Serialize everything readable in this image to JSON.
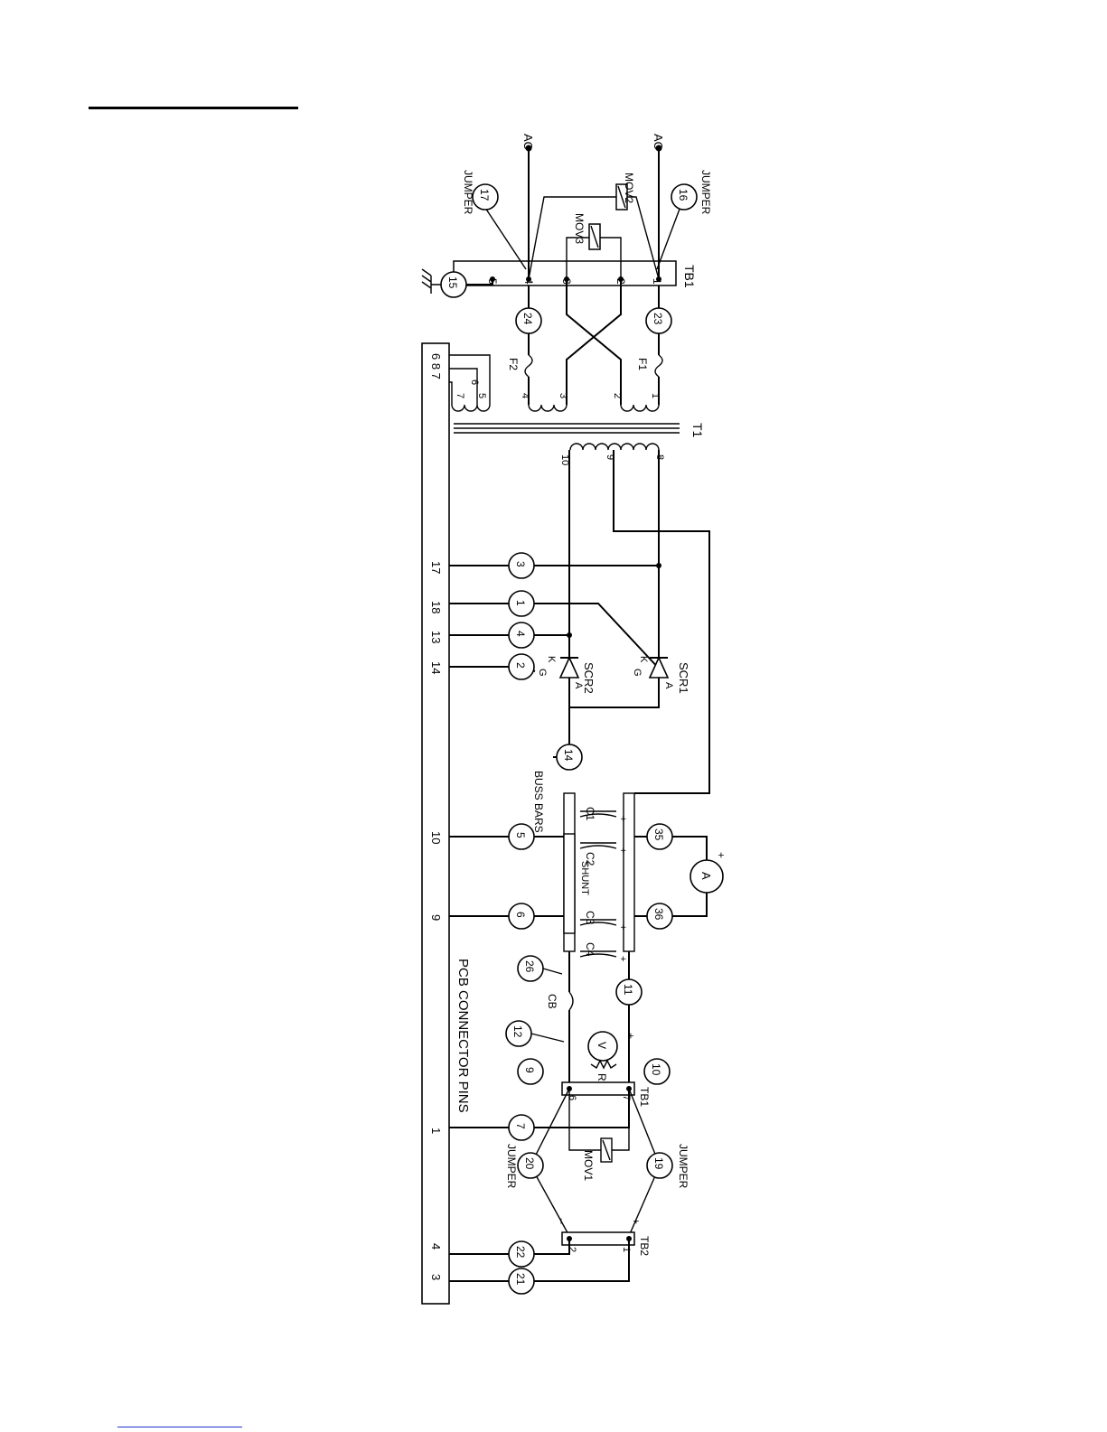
{
  "nodes": [
    "17",
    "3",
    "1",
    "4",
    "2",
    "14",
    "5",
    "35",
    "6",
    "36",
    "26",
    "11",
    "12",
    "9",
    "10",
    "7",
    "20",
    "19",
    "22",
    "21",
    "15",
    "24",
    "23",
    "16"
  ],
  "pcb_pins": [
    "6 8 7",
    "17",
    "18",
    "13",
    "14",
    "10",
    "9",
    "1",
    "4",
    "3"
  ],
  "labels": {
    "pcb_title": "PCB CONNECTOR PINS",
    "t1": "T1",
    "f1": "F1",
    "f2": "F2",
    "tb1": "TB1",
    "tb1b": "TB1",
    "tb2": "TB2",
    "ac_a": "AC",
    "ac_b": "AC",
    "jumper": "JUMPER",
    "mov1": "MOV1",
    "mov2": "MOV2",
    "mov3": "MOV3",
    "scr1": "SCR1",
    "scr2": "SCR2",
    "g": "G",
    "k": "K",
    "a": "A",
    "buss_bars": "BUSS BARS",
    "shunt": "SHUNT",
    "c1": "C1",
    "c2": "C2",
    "c3": "C3",
    "c4": "C4",
    "cb": "CB",
    "r2": "R2",
    "ammeter": "A",
    "voltmeter": "V",
    "plus": "+",
    "minus": "−",
    "tb1_terms": [
      "1",
      "2",
      "3",
      "4",
      "5"
    ],
    "tb1b_terms": [
      "6",
      "7"
    ],
    "tb2_terms": [
      "1",
      "2"
    ],
    "pri_terms": [
      "1",
      "2",
      "3",
      "4"
    ],
    "sec_terms": [
      "8",
      "9",
      "10"
    ],
    "aux_terms": [
      "5",
      "6",
      "7"
    ]
  }
}
